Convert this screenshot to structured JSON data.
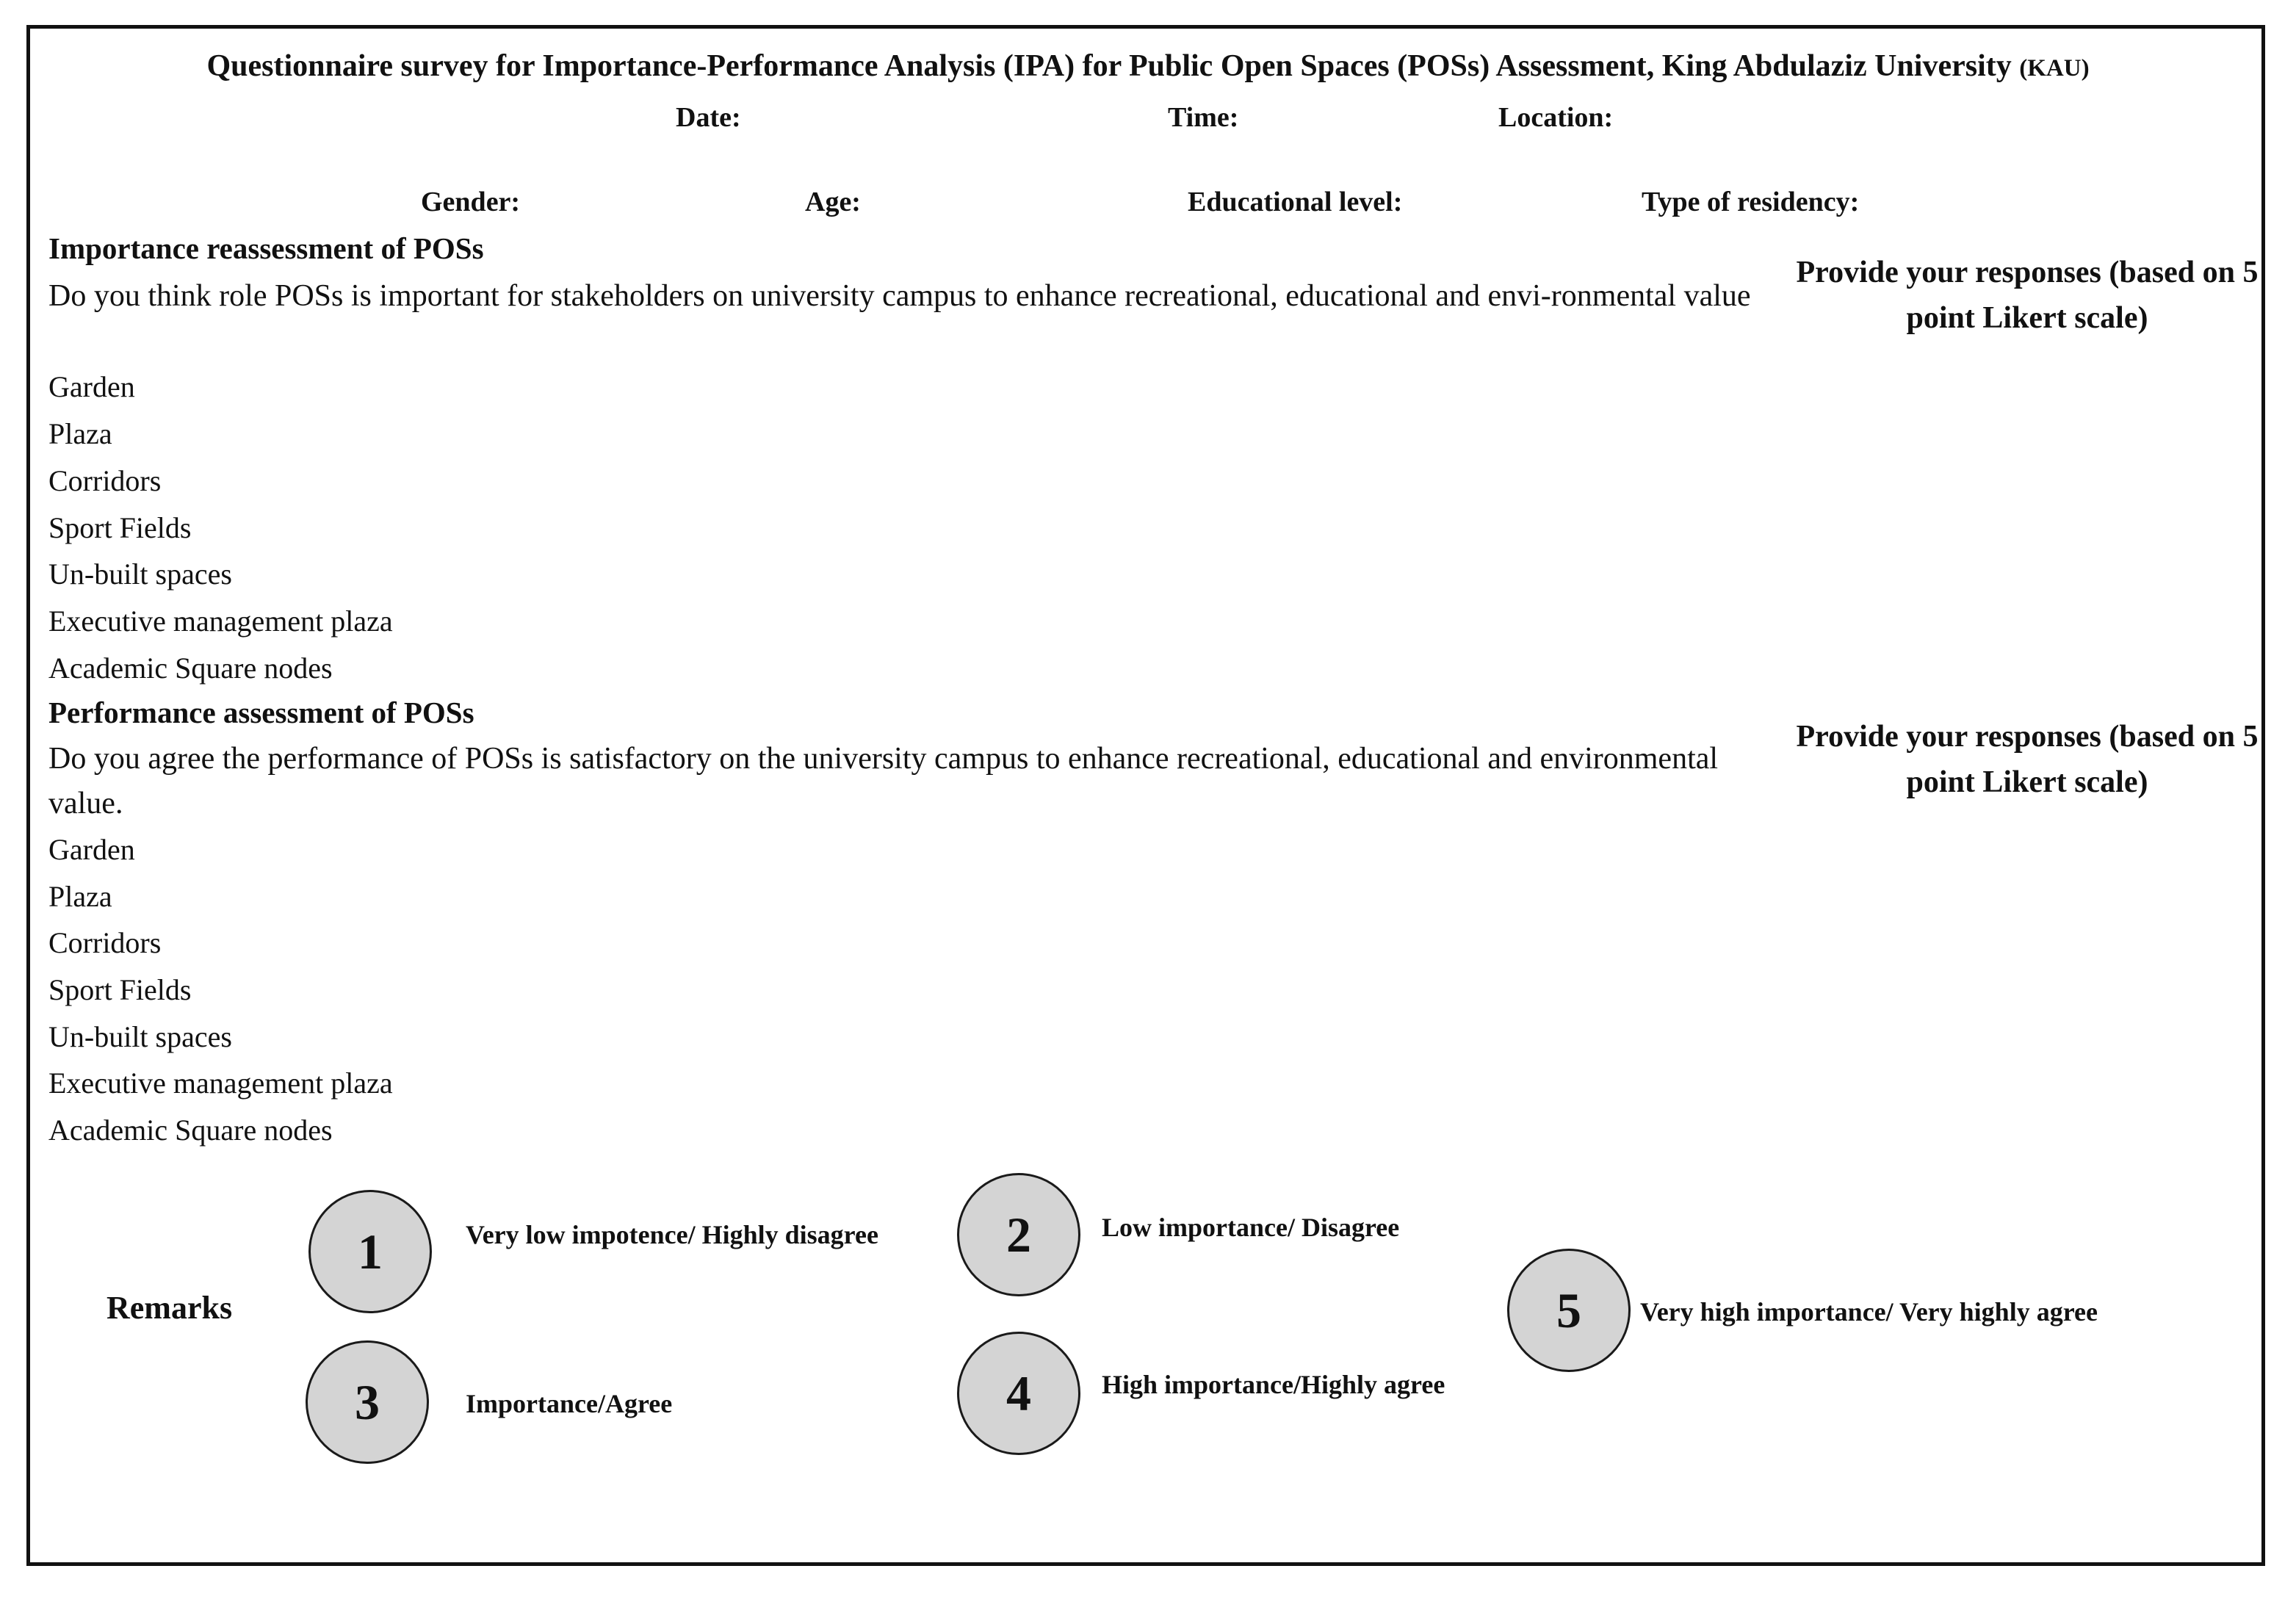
{
  "header": {
    "title": "Questionnaire survey for Importance-Performance Analysis (IPA) for Public Open Spaces (POSs) Assessment, King Abdulaziz University",
    "title_abbr": "(KAU)",
    "date_label": "Date:",
    "time_label": "Time:",
    "location_label": "Location:"
  },
  "demographics": {
    "gender_label": "Gender:",
    "age_label": "Age:",
    "education_label": "Educational level:",
    "residency_label": "Type of residency:"
  },
  "importance": {
    "heading": "Importance reassessment of POSs",
    "question": "Do you think role POSs is important for stakeholders on university campus to enhance recreational, educational and envi-ronmental value",
    "response_note": "Provide your responses (based on 5 point Likert scale)",
    "items": [
      "Garden",
      "Plaza",
      "Corridors",
      "Sport Fields",
      "Un-built spaces",
      "Executive management plaza",
      "Academic Square nodes"
    ]
  },
  "performance": {
    "heading": "Performance assessment of POSs",
    "question": "Do you agree the  performance of POSs is satisfactory  on the university campus to enhance recreational, educational and environmental value.",
    "response_note": "Provide your responses (based on 5 point Likert scale)",
    "items": [
      "Garden",
      "Plaza",
      "Corridors",
      "Sport Fields",
      "Un-built spaces",
      "Executive management plaza",
      "Academic Square nodes"
    ]
  },
  "remarks": {
    "label": "Remarks",
    "scale": [
      {
        "value": "1",
        "label": "Very low impotence/ Highly disagree"
      },
      {
        "value": "2",
        "label": "Low importance/ Disagree"
      },
      {
        "value": "3",
        "label": "Importance/Agree"
      },
      {
        "value": "4",
        "label": "High importance/Highly agree"
      },
      {
        "value": "5",
        "label": "Very high importance/ Very highly agree"
      }
    ]
  },
  "colors": {
    "circle_fill": "#d4d4d4",
    "border": "#111111"
  }
}
